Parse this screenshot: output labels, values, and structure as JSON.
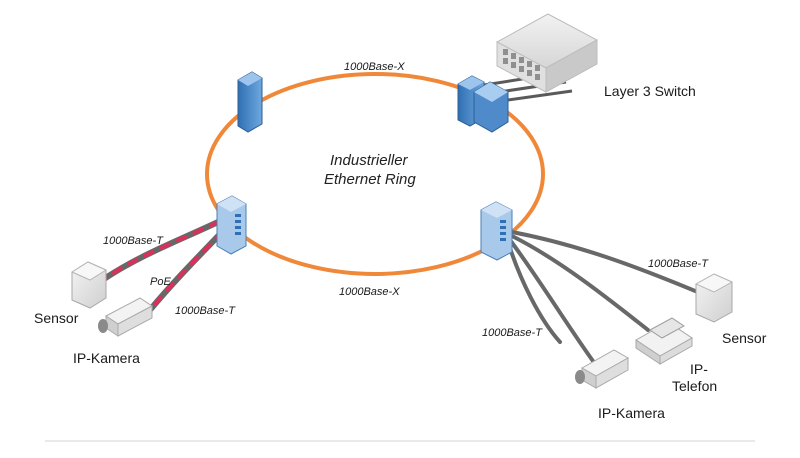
{
  "ring": {
    "title_line1": "Industrieller",
    "title_line2": "Ethernet Ring",
    "link_top": "1000Base-X",
    "link_bottom": "1000Base-X"
  },
  "layer3": {
    "label": "Layer 3 Switch"
  },
  "left_group": {
    "link_upper": "1000Base-T",
    "poe": "PoE",
    "link_lower": "1000Base-T",
    "sensor": "Sensor",
    "camera": "IP-Kamera"
  },
  "right_group": {
    "link_upper": "1000Base-T",
    "link_lower": "1000Base-T",
    "sensor": "Sensor",
    "phone_line1": "IP-",
    "phone_line2": "Telefon",
    "camera": "IP-Kamera"
  },
  "colors": {
    "ring": "#f0883a",
    "cable": "#666666",
    "poe_stripe": "#d8315b",
    "switch_blue": "#5b93cf",
    "baseline": "#cfcfcf"
  }
}
